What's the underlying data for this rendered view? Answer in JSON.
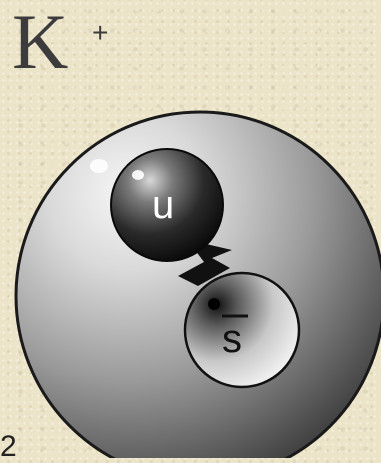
{
  "particle": {
    "symbol": "K",
    "charge": "+"
  },
  "quarks": [
    {
      "label": "u",
      "antiquark": false
    },
    {
      "label": "s",
      "antiquark": true
    }
  ],
  "page_number": "2",
  "colors": {
    "background": "#ece4c8",
    "title": "#3c3c3c",
    "hadron_outline": "#1a1a1a",
    "quark_u_label": "#ffffff",
    "quark_s_label": "#111111"
  }
}
